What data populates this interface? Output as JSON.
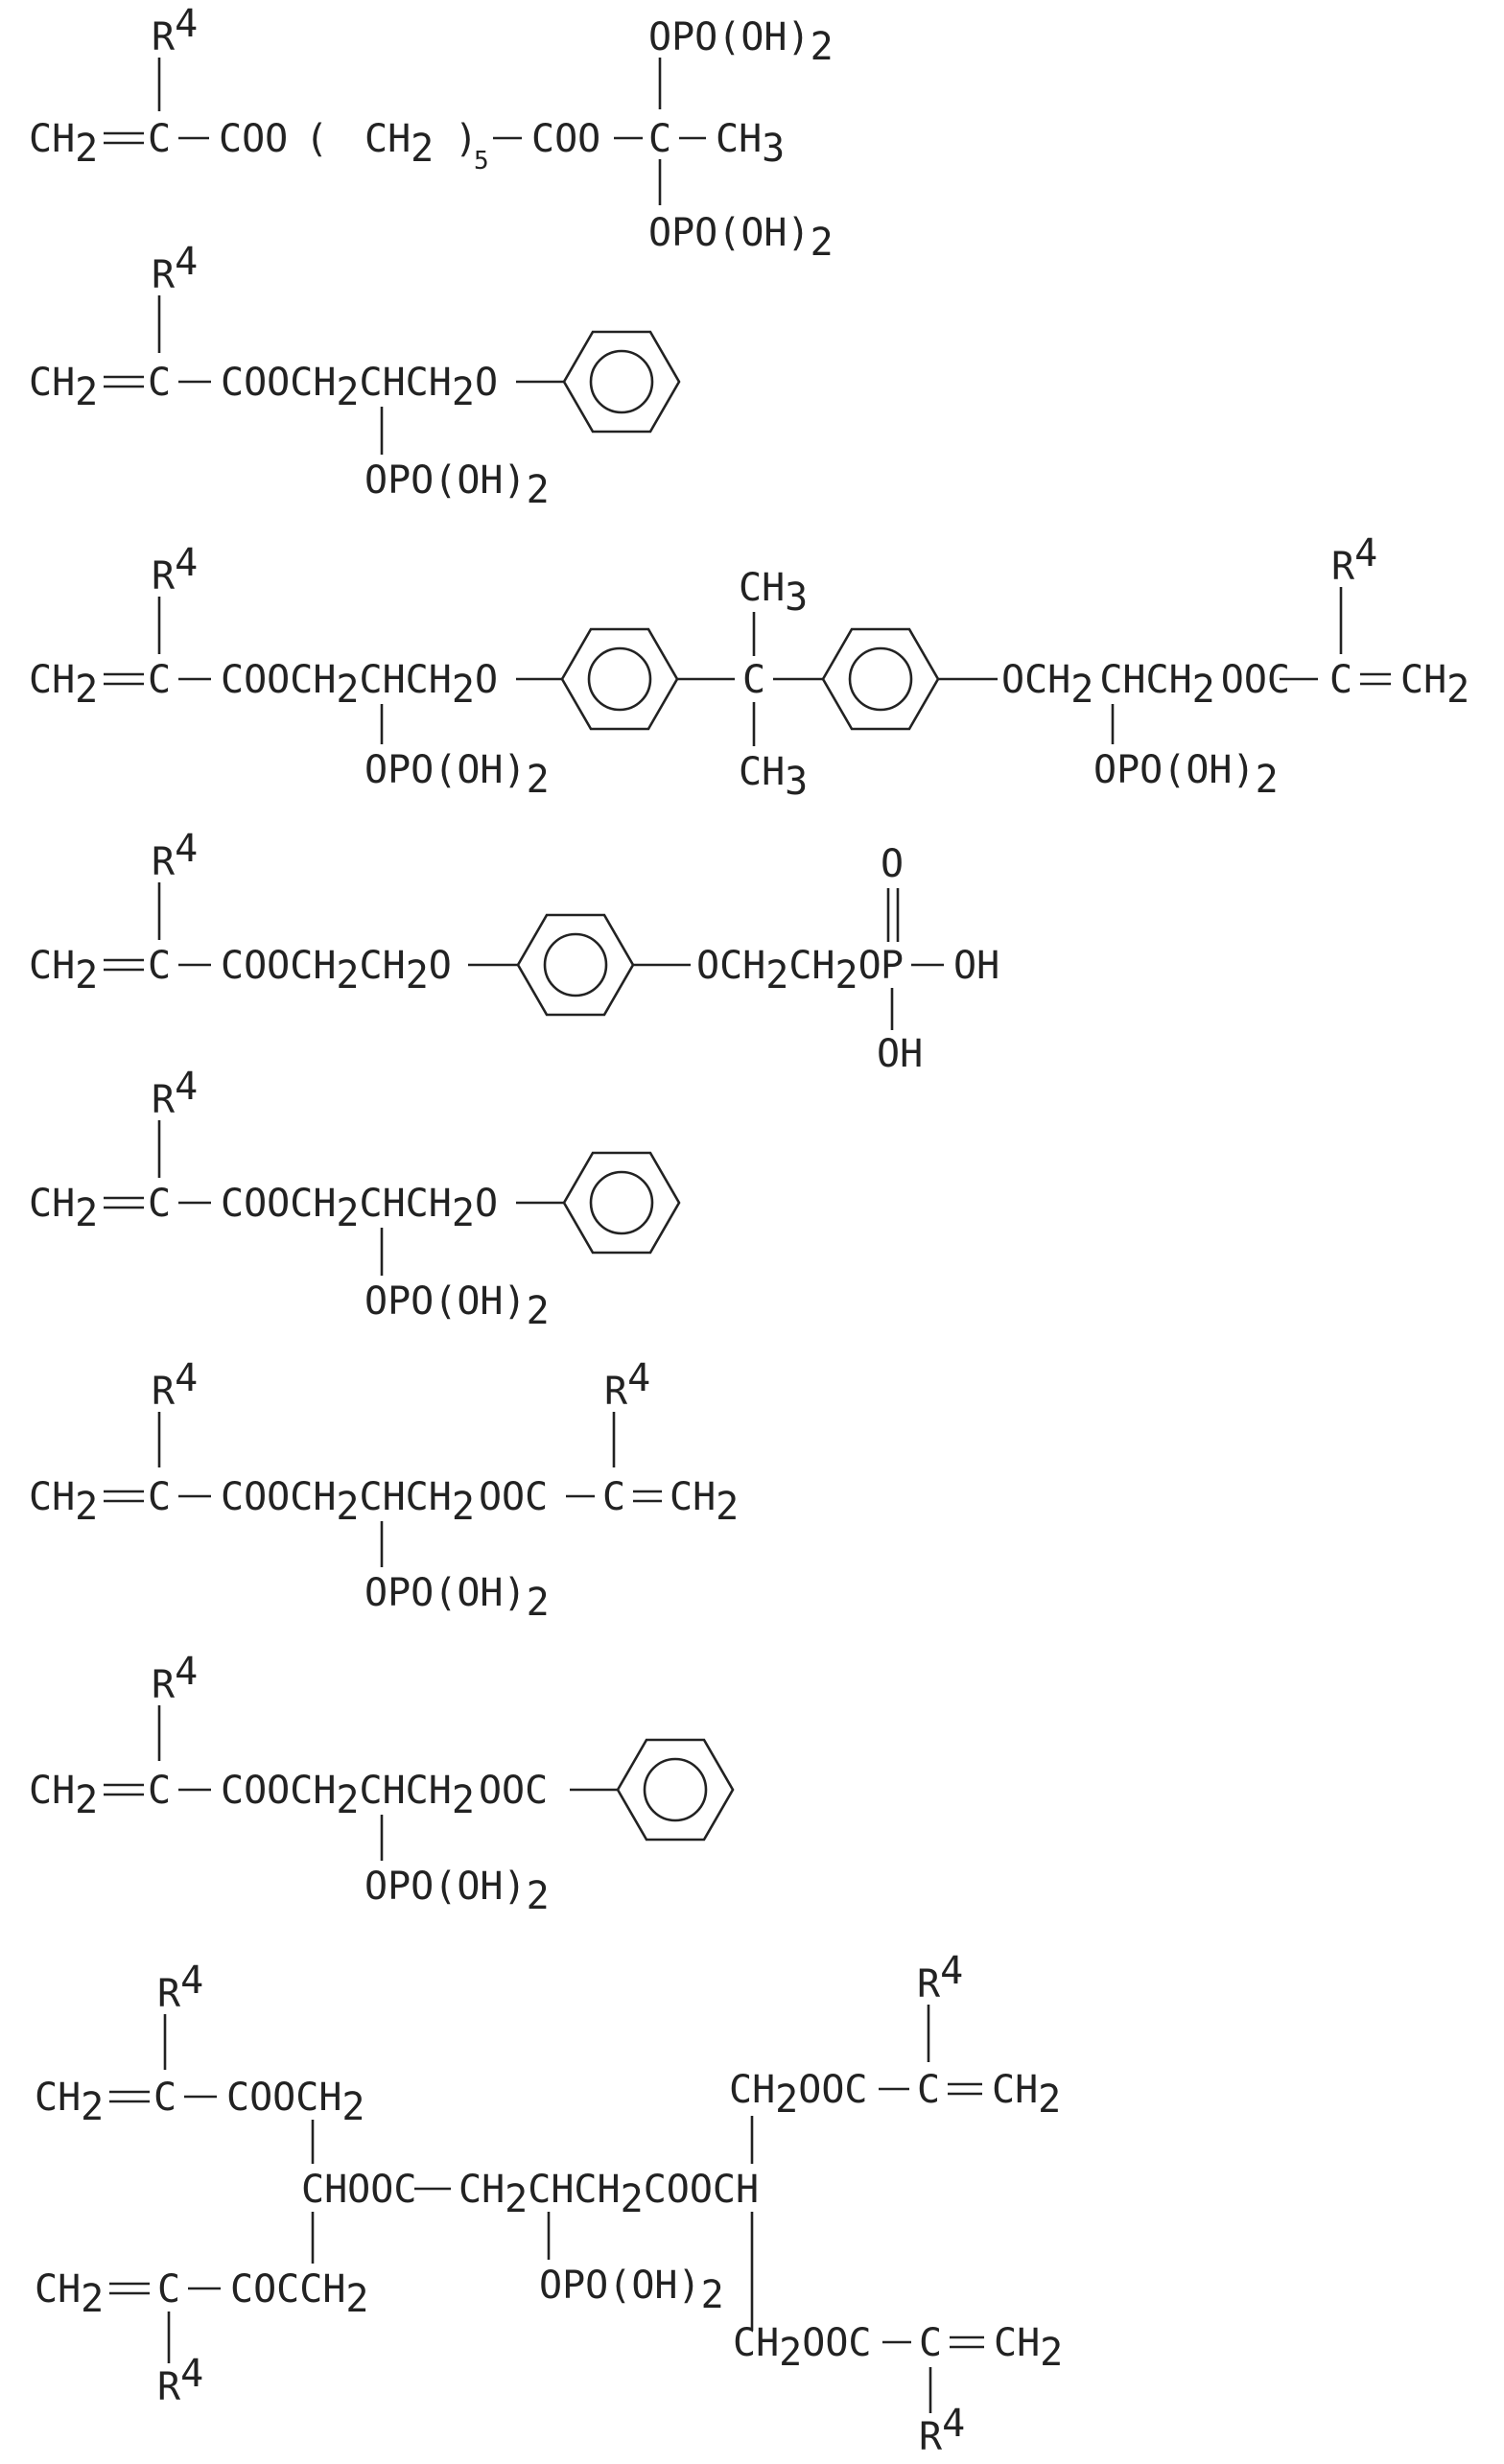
{
  "structures": [
    {
      "r_top": "R",
      "r_sup": "4",
      "ch2": "CH",
      "ch2_sub": "2",
      "c": "C",
      "coo": "COO",
      "paren_ch2": "CH",
      "paren_ch2_sub": "2",
      "n": "5",
      "coo2": "COO",
      "c2": "C",
      "ch3": "CH",
      "ch3_sub": "3",
      "top_phos": "OPO(OH)",
      "top_phos_sub": "2",
      "bot_phos": "OPO(OH)",
      "bot_phos_sub": "2"
    },
    {
      "r_top": "R",
      "r_sup": "4",
      "ch2": "CH",
      "ch2_sub": "2",
      "c": "C",
      "chain": "COOCH",
      "chain_sub": "2",
      "chain2": "CHCH",
      "chain2_sub": "2",
      "o": "O",
      "phos": "OPO(OH)",
      "phos_sub": "2"
    },
    {
      "r_top": "R",
      "r_sup": "4",
      "ch2": "CH",
      "ch2_sub": "2",
      "c": "C",
      "chain": "COOCH",
      "chain_sub": "2",
      "chain2": "CHCH",
      "chain2_sub": "2",
      "o": "O",
      "phos": "OPO(OH)",
      "phos_sub": "2",
      "ch3_top": "CH",
      "ch3_top_sub": "3",
      "center_c": "C",
      "ch3_bot": "CH",
      "ch3_bot_sub": "3",
      "right_chain": "OCH",
      "right_chain_sub": "2",
      "right_chain2": "CHCH",
      "right_chain2_sub": "2",
      "right_ooc": "OOC",
      "right_c": "C",
      "right_ch2": "CH",
      "right_ch2_sub": "2",
      "right_r": "R",
      "right_r_sup": "4",
      "right_phos": "OPO(OH)",
      "right_phos_sub": "2"
    },
    {
      "r_top": "R",
      "r_sup": "4",
      "ch2": "CH",
      "ch2_sub": "2",
      "c": "C",
      "chain": "COOCH",
      "chain_sub": "2",
      "chain2": "CH",
      "chain2_sub": "2",
      "o": "O",
      "right": "OCH",
      "right_sub": "2",
      "right2": "CH",
      "right2_sub": "2",
      "right_o": "O",
      "p": "P",
      "oh_right": "OH",
      "o_top": "O",
      "oh_bot": "OH"
    },
    {
      "r_top": "R",
      "r_sup": "4",
      "ch2": "CH",
      "ch2_sub": "2",
      "c": "C",
      "chain": "COOCH",
      "chain_sub": "2",
      "chain2": "CHCH",
      "chain2_sub": "2",
      "o": "O",
      "phos": "OPO(OH)",
      "phos_sub": "2"
    },
    {
      "r_top": "R",
      "r_sup": "4",
      "ch2": "CH",
      "ch2_sub": "2",
      "c": "C",
      "chain": "COOCH",
      "chain_sub": "2",
      "chain2": "CHCH",
      "chain2_sub": "2",
      "ooc": "OOC",
      "c2": "C",
      "ch2_end": "CH",
      "ch2_end_sub": "2",
      "r2": "R",
      "r2_sup": "4",
      "phos": "OPO(OH)",
      "phos_sub": "2"
    },
    {
      "r_top": "R",
      "r_sup": "4",
      "ch2": "CH",
      "ch2_sub": "2",
      "c": "C",
      "chain": "COOCH",
      "chain_sub": "2",
      "chain2": "CHCH",
      "chain2_sub": "2",
      "ooc": "OOC",
      "phos": "OPO(OH)",
      "phos_sub": "2"
    },
    {
      "r_top": "R",
      "r_sup": "4",
      "ch2_a": "CH",
      "ch2_a_sub": "2",
      "c_a": "C",
      "cooch": "COOCH",
      "cooch_sub": "2",
      "choo": "CHOOC",
      "mid1": "CH",
      "mid1_sub": "2",
      "mid2": "CHCH",
      "mid2_sub": "2",
      "mid3": "COOCH",
      "phos": "OPO(OH)",
      "phos_sub": "2",
      "ch2_b": "CH",
      "ch2_b_sub": "2",
      "c_b": "C",
      "cocch": "COCCH",
      "cocch_sub": "2",
      "r_bot": "R",
      "r_bot_sup": "4",
      "tr_ch2": "CH",
      "tr_ch2_sub": "2",
      "tr_ooc": "OOC",
      "tr_c": "C",
      "tr_end": "CH",
      "tr_end_sub": "2",
      "tr_r": "R",
      "tr_r_sup": "4",
      "br_ch2": "CH",
      "br_ch2_sub": "2",
      "br_ooc": "OOC",
      "br_c": "C",
      "br_end": "CH",
      "br_end_sub": "2",
      "br_r": "R",
      "br_r_sup": "4"
    }
  ]
}
